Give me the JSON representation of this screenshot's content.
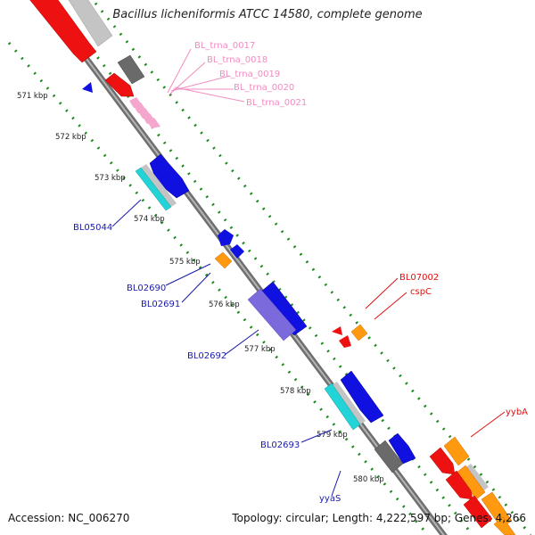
{
  "title": "Bacillus licheniformis ATCC 14580, complete genome",
  "footer": {
    "accession": "Accession: NC_006270",
    "topology": "Topology: circular; Length: 4,222,597 bp; Genes: 4,266"
  },
  "kbp_ticks": [
    {
      "label": "571 kbp"
    },
    {
      "label": "572 kbp"
    },
    {
      "label": "573 kbp"
    },
    {
      "label": "574 kbp"
    },
    {
      "label": "575 kbp"
    },
    {
      "label": "576 kbp"
    },
    {
      "label": "577 kbp"
    },
    {
      "label": "578 kbp"
    },
    {
      "label": "579 kbp"
    },
    {
      "label": "580 kbp"
    }
  ],
  "gene_labels": {
    "trna": [
      "BL_trna_0017",
      "BL_trna_0018",
      "BL_trna_0019",
      "BL_trna_0020",
      "BL_trna_0021"
    ],
    "blue": [
      "BL05044",
      "BL02690",
      "BL02691",
      "BL02692",
      "BL02693",
      "yyaS"
    ],
    "red": [
      "BL07002",
      "cspC",
      "yybA"
    ]
  },
  "colors": {
    "trna_label": "#f08cc0",
    "blue_label": "#1a1aaa",
    "red_label": "#dd1111",
    "backbone": "#8a8a8a",
    "tick_dots": "#1f8a1f",
    "gene_blue": "#1010e0",
    "gene_red": "#ee1111",
    "gene_gray": "#6a6a6a",
    "gene_lightgray": "#c4c4c4",
    "gene_cyan": "#22d4d8",
    "gene_orange": "#ff9910",
    "gene_purple": "#7a6adc",
    "gene_pink": "#f4a6cc"
  }
}
